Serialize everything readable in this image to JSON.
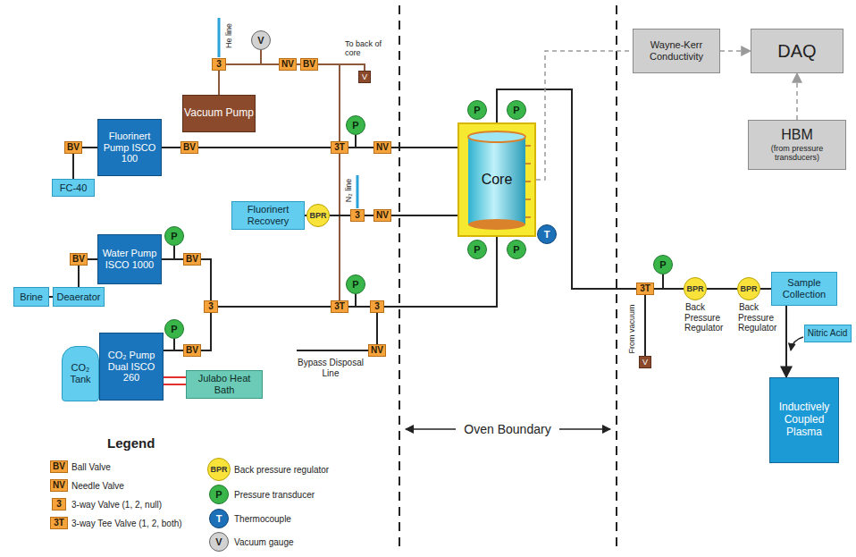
{
  "diagram": {
    "nodes": [
      {
        "text": [
          "Vacuum Pump"
        ]
      },
      {
        "text": [
          "3"
        ]
      },
      {
        "text": [
          "V"
        ]
      },
      {
        "text": [
          "NV"
        ]
      },
      {
        "text": [
          "BV"
        ]
      },
      {
        "text": [
          "V"
        ]
      },
      {
        "text": [
          "BV"
        ]
      },
      {
        "text": [
          "FC-40"
        ]
      },
      {
        "text": [
          "Fluorinert Pump ISCO 100"
        ]
      },
      {
        "text": [
          "BV"
        ]
      },
      {
        "text": [
          "3T"
        ]
      },
      {
        "text": [
          "P"
        ]
      },
      {
        "text": [
          "NV"
        ]
      },
      {
        "text": [
          "Fluorinert Recovery"
        ]
      },
      {
        "text": [
          "BPR"
        ]
      },
      {
        "text": [
          "3"
        ]
      },
      {
        "text": [
          "NV"
        ]
      },
      {
        "text": [
          "Core"
        ]
      },
      {
        "text": [
          "P"
        ]
      },
      {
        "text": [
          "P"
        ]
      },
      {
        "text": [
          "P"
        ]
      },
      {
        "text": [
          "P"
        ]
      },
      {
        "text": [
          "T"
        ]
      },
      {
        "text": [
          "Wayne-Kerr Conductivity"
        ]
      },
      {
        "text": [
          "DAQ"
        ]
      },
      {
        "text": [
          "HBM",
          "(from pressure transducers)"
        ]
      },
      {
        "text": [
          "BV"
        ]
      },
      {
        "text": [
          "Brine"
        ]
      },
      {
        "text": [
          "Deaerator"
        ]
      },
      {
        "text": [
          "Water Pump ISCO 1000"
        ]
      },
      {
        "text": [
          "P"
        ]
      },
      {
        "text": [
          "BV"
        ]
      },
      {
        "text": [
          "3"
        ]
      },
      {
        "text": [
          "CO₂ Tank"
        ]
      },
      {
        "text": [
          "CO₂ Pump Dual ISCO 260"
        ]
      },
      {
        "text": [
          "P"
        ]
      },
      {
        "text": [
          "BV"
        ]
      },
      {
        "text": [
          "Julabo Heat Bath"
        ]
      },
      {
        "text": [
          "3T"
        ]
      },
      {
        "text": [
          "P"
        ]
      },
      {
        "text": [
          "3"
        ]
      },
      {
        "text": [
          "NV"
        ]
      },
      {
        "text": [
          "3T"
        ]
      },
      {
        "text": [
          "P"
        ]
      },
      {
        "text": [
          "BPR",
          "Back Pressure Regulator"
        ]
      },
      {
        "text": [
          "BPR",
          "Back Pressure Regulator"
        ]
      },
      {
        "text": [
          "Sample Collection"
        ]
      },
      {
        "text": [
          "V"
        ]
      },
      {
        "text": [
          "Inductively Coupled Plasma"
        ]
      },
      {
        "text": [
          "Nitric Acid"
        ]
      }
    ],
    "edges": [
      {
        "from": 0,
        "to": 1,
        "arrow": "none"
      },
      {
        "from": 1,
        "to": 3,
        "arrow": "none"
      },
      {
        "from": 2,
        "to": 3,
        "arrow": "none"
      },
      {
        "from": 3,
        "to": 4,
        "arrow": "none"
      },
      {
        "from": 4,
        "to": 10,
        "arrow": "none"
      },
      {
        "from": 4,
        "to": 5,
        "arrow": "none"
      },
      {
        "from": 10,
        "to": 38,
        "arrow": "none"
      },
      {
        "from": 6,
        "to": 7,
        "arrow": "none"
      },
      {
        "from": 6,
        "to": 8,
        "arrow": "none"
      },
      {
        "from": 8,
        "to": 9,
        "arrow": "none"
      },
      {
        "from": 9,
        "to": 10,
        "arrow": "none"
      },
      {
        "from": 10,
        "to": 12,
        "arrow": "none"
      },
      {
        "from": 11,
        "to": 12,
        "arrow": "none"
      },
      {
        "from": 12,
        "to": 17,
        "arrow": "none"
      },
      {
        "from": 13,
        "to": 14,
        "arrow": "none"
      },
      {
        "from": 14,
        "to": 15,
        "arrow": "none"
      },
      {
        "from": 15,
        "to": 16,
        "arrow": "none"
      },
      {
        "from": 16,
        "to": 17,
        "arrow": "none"
      },
      {
        "from": 27,
        "to": 28,
        "arrow": "none"
      },
      {
        "from": 26,
        "to": 28,
        "arrow": "none"
      },
      {
        "from": 26,
        "to": 29,
        "arrow": "none"
      },
      {
        "from": 29,
        "to": 31,
        "arrow": "none"
      },
      {
        "from": 30,
        "to": 31,
        "arrow": "none"
      },
      {
        "from": 31,
        "to": 32,
        "arrow": "none"
      },
      {
        "from": 34,
        "to": 36,
        "arrow": "none"
      },
      {
        "from": 35,
        "to": 36,
        "arrow": "none"
      },
      {
        "from": 36,
        "to": 32,
        "arrow": "none"
      },
      {
        "from": 34,
        "to": 37,
        "arrow": "none"
      },
      {
        "from": 32,
        "to": 38,
        "arrow": "none"
      },
      {
        "from": 38,
        "to": 40,
        "arrow": "none"
      },
      {
        "from": 39,
        "to": 40,
        "arrow": "none"
      },
      {
        "from": 40,
        "to": 41,
        "arrow": "none"
      },
      {
        "from": 40,
        "to": 17,
        "arrow": "none"
      },
      {
        "from": 17,
        "to": 42,
        "arrow": "none"
      },
      {
        "from": 42,
        "to": 44,
        "arrow": "none"
      },
      {
        "from": 43,
        "to": 44,
        "arrow": "none"
      },
      {
        "from": 44,
        "to": 45,
        "arrow": "none"
      },
      {
        "from": 45,
        "to": 46,
        "arrow": "none"
      },
      {
        "from": 42,
        "to": 47,
        "arrow": "none"
      },
      {
        "from": 46,
        "to": 48,
        "arrow": "to"
      },
      {
        "from": 17,
        "to": 23,
        "arrow": "none"
      },
      {
        "from": 23,
        "to": 24,
        "arrow": "to"
      },
      {
        "from": 25,
        "to": 24,
        "arrow": "to"
      }
    ],
    "labels": [
      "He line",
      "To back of core",
      "N₂ line",
      "Bypass Disposal Line",
      "Oven Boundary",
      "From vacuum",
      "Legend",
      "BV",
      "NV",
      "3",
      "3T",
      "BPR",
      "P",
      "T",
      "V"
    ],
    "legend": [
      {
        "text": "Ball Valve"
      },
      {
        "text": "Needle Valve"
      },
      {
        "text": "3-way Valve (1, 2, null)"
      },
      {
        "text": "3-way Tee Valve (1, 2, both)"
      },
      {
        "text": "Back pressure regulator"
      },
      {
        "text": "Pressure transducer"
      },
      {
        "text": "Thermocouple"
      },
      {
        "text": "Vacuum gauge"
      }
    ]
  }
}
